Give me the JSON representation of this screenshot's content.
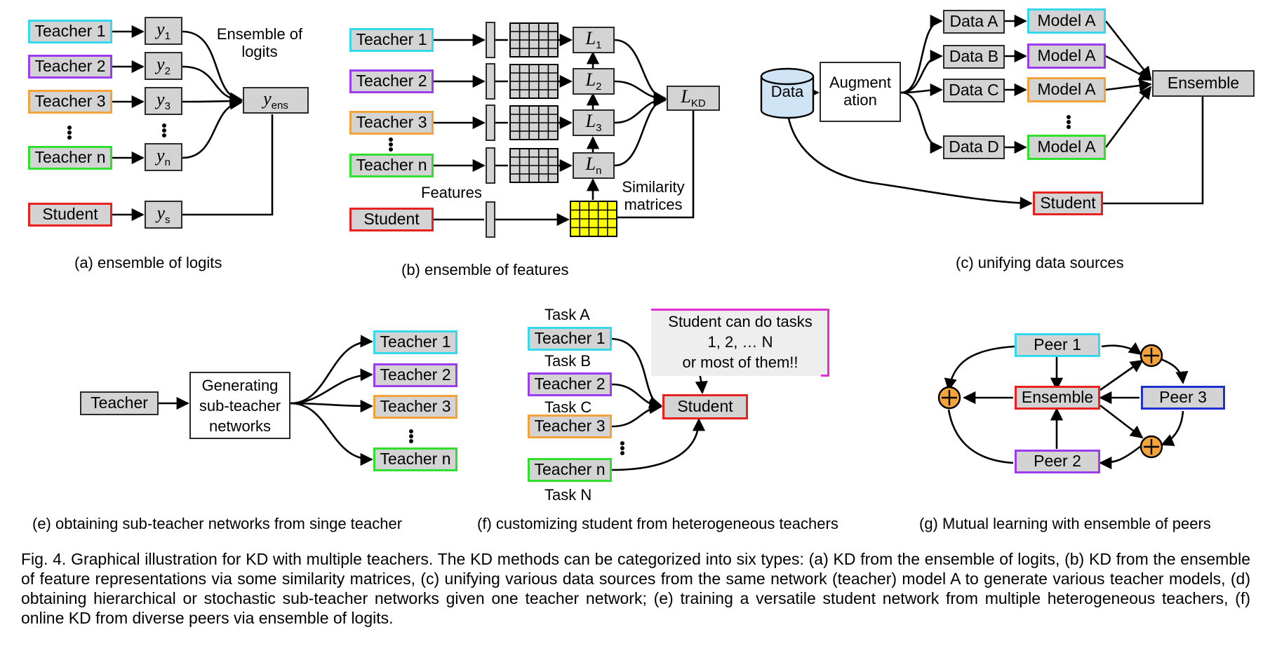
{
  "panel_a": {
    "teachers": [
      "Teacher 1",
      "Teacher 2",
      "Teacher 3",
      "Teacher n"
    ],
    "student": "Student",
    "outputs": [
      {
        "base": "y",
        "sub": "1"
      },
      {
        "base": "y",
        "sub": "2"
      },
      {
        "base": "y",
        "sub": "3"
      },
      {
        "base": "y",
        "sub": "n"
      },
      {
        "base": "y",
        "sub": "s"
      }
    ],
    "ensemble_output": {
      "base": "y",
      "sub": "ens"
    },
    "ensemble_label_1": "Ensemble of",
    "ensemble_label_2": "logits",
    "caption": "(a) ensemble of logits"
  },
  "panel_b": {
    "teachers": [
      "Teacher 1",
      "Teacher 2",
      "Teacher 3",
      "Teacher n"
    ],
    "student": "Student",
    "losses": [
      {
        "base": "L",
        "sub": "1"
      },
      {
        "base": "L",
        "sub": "2"
      },
      {
        "base": "L",
        "sub": "3"
      },
      {
        "base": "L",
        "sub": "n"
      }
    ],
    "kd_loss": {
      "base": "L",
      "sub": "KD"
    },
    "features_label": "Features",
    "similarity_label_1": "Similarity",
    "similarity_label_2": "matrices",
    "caption": "(b) ensemble of features"
  },
  "panel_c": {
    "data_source": "Data",
    "augmentation_1": "Augment",
    "augmentation_2": "ation",
    "data_splits": [
      "Data A",
      "Data B",
      "Data C",
      "Data D"
    ],
    "models": [
      "Model A",
      "Model A",
      "Model A",
      "Model A"
    ],
    "ensemble": "Ensemble",
    "student": "Student",
    "caption": "(c) unifying data sources"
  },
  "panel_e": {
    "teacher": "Teacher",
    "generator_1": "Generating",
    "generator_2": "sub-teacher",
    "generator_3": "networks",
    "sub_teachers": [
      "Teacher 1",
      "Teacher 2",
      "Teacher 3",
      "Teacher n"
    ],
    "caption": "(e) obtaining sub-teacher networks from singe teacher"
  },
  "panel_f": {
    "tasks": [
      "Task A",
      "Task B",
      "Task C",
      "Task N"
    ],
    "teachers": [
      "Teacher 1",
      "Teacher 2",
      "Teacher 3",
      "Teacher n"
    ],
    "student": "Student",
    "callout_1": "Student  can do tasks",
    "callout_2": "1, 2, … N",
    "callout_3": "or most of them!!",
    "caption": "(f) customizing student from heterogeneous teachers"
  },
  "panel_g": {
    "peers": [
      "Peer 1",
      "Peer 2",
      "Peer 3"
    ],
    "ensemble": "Ensemble",
    "caption": "(g) Mutual learning with ensemble of peers"
  },
  "figure_caption": "Fig. 4. Graphical illustration for KD with multiple teachers. The KD methods can be categorized into six types: (a) KD from the ensemble of logits, (b) KD from the ensemble of feature representations via some similarity matrices, (c) unifying various data sources from the same network (teacher) model A to generate various teacher models, (d) obtaining hierarchical or stochastic sub-teacher networks given one teacher network; (e) training a versatile student network from multiple heterogeneous teachers, (f) online KD from diverse peers via ensemble of logits.",
  "colors": {
    "teacher_1": "#35d9ee",
    "teacher_2": "#9b3cf0",
    "teacher_3": "#f4a23a",
    "teacher_n": "#2fe02f",
    "student": "#e82020",
    "peer_3": "#1f2fd0",
    "box_fill": "#d3d3d3",
    "similarity_fill": "#ffff00",
    "sum_node": "#f4a23a",
    "data_cylinder": "#cfe4f5",
    "callout_border": "#e030d0"
  }
}
